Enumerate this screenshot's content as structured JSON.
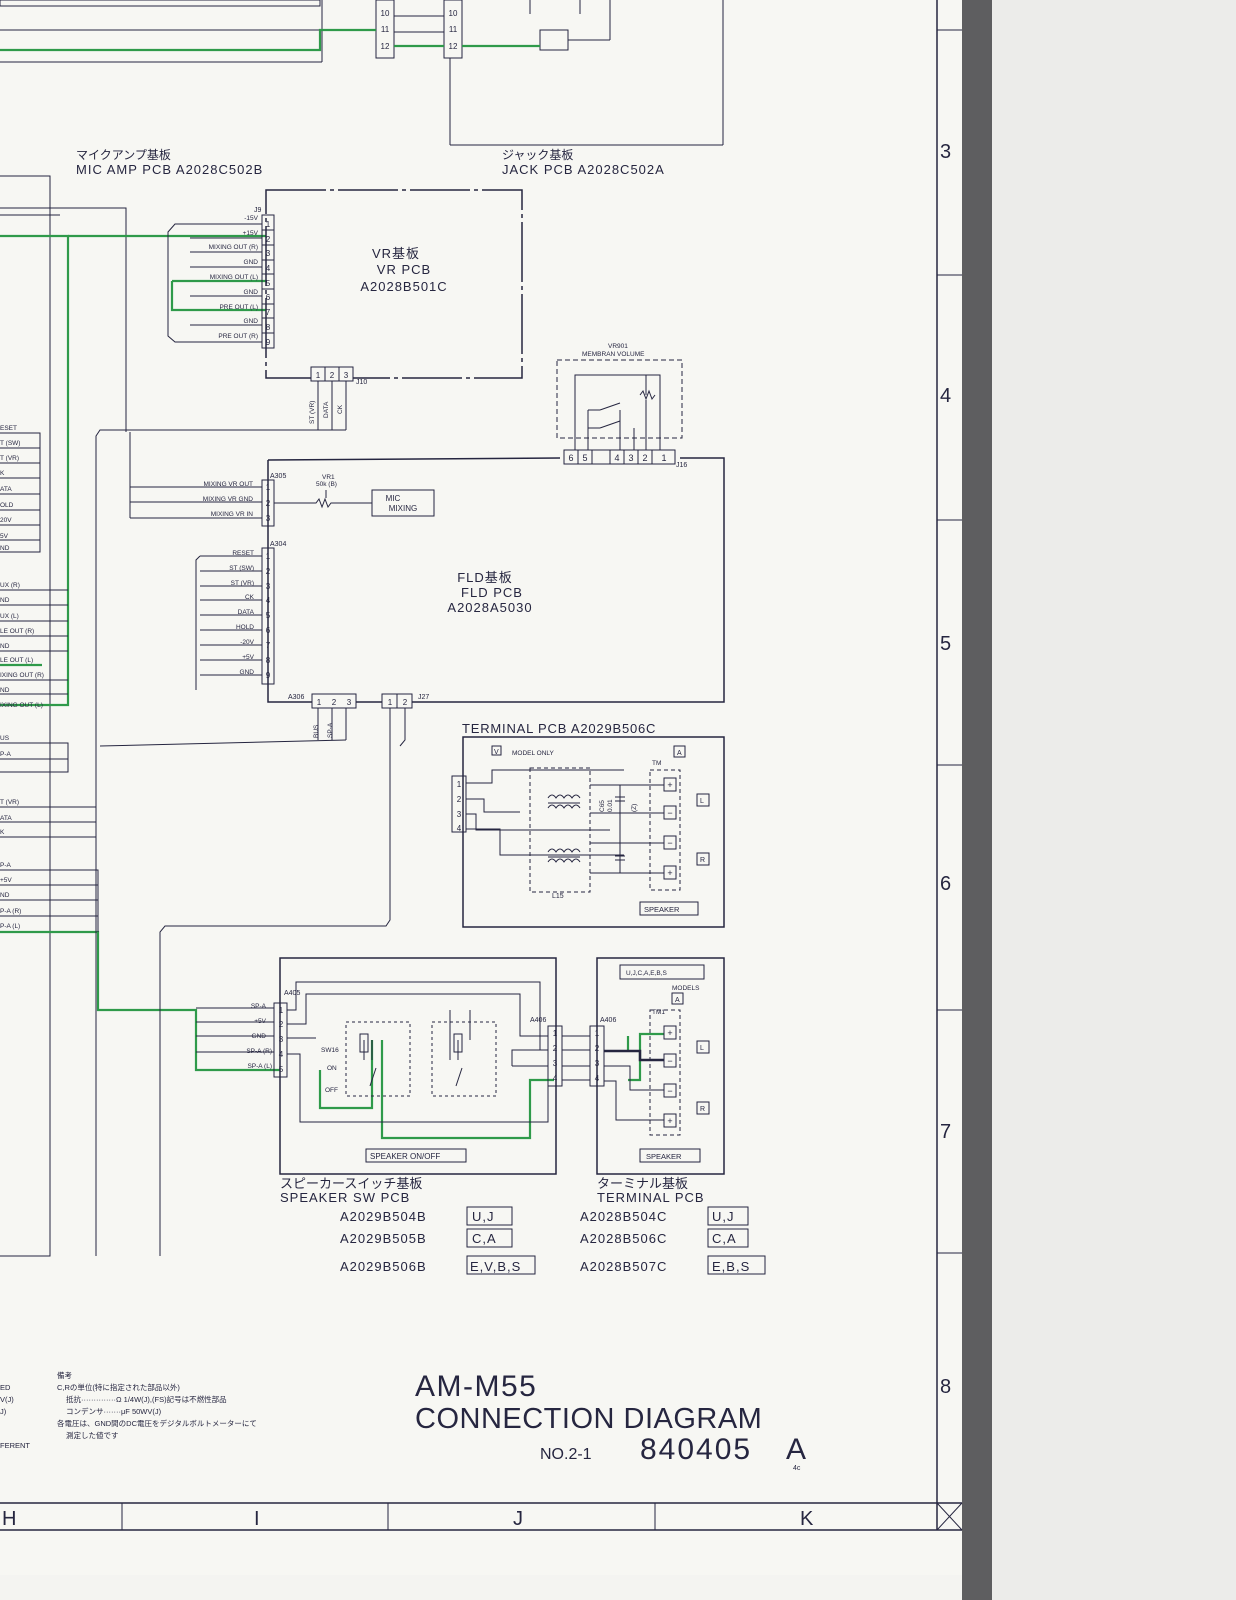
{
  "border": {
    "rows": [
      "3",
      "4",
      "5",
      "6",
      "7",
      "8"
    ],
    "cols": [
      "H",
      "I",
      "J",
      "K"
    ]
  },
  "title": {
    "model": "AM-M55",
    "name": "CONNECTION DIAGRAM",
    "no_label": "NO.2-1",
    "date": "840405",
    "rev": "A",
    "small": "4c"
  },
  "notes": {
    "heading": "備考",
    "line1": "C,Rの単位(特に指定された部品以外)",
    "line2": "抵抗··············Ω 1/4W(J),(FS)記号は不燃性部品",
    "line3": "コンデンサ·······μF 50WV(J)",
    "line4": "各電圧は、GND間のDC電圧をデジタルボルトメーターにて",
    "line5": "測定した値です",
    "left_fragments": [
      "ED",
      "V(J)",
      "J)",
      "FERENT"
    ]
  },
  "mic_amp": {
    "jp": "マイクアンプ基板",
    "en": "MIC AMP PCB A2028C502B"
  },
  "jack": {
    "jp": "ジャック基板",
    "en": "JACK PCB A2028C502A"
  },
  "top_pins": [
    "10",
    "11",
    "12"
  ],
  "vr_pcb": {
    "jp": "VR基板",
    "en": "VR PCB",
    "part": "A2028B501C",
    "connector": "J9",
    "signals": [
      "-15V",
      "+15V",
      "MIXING OUT (R)",
      "GND",
      "MIXING OUT (L)",
      "GND",
      "PRE OUT (L)",
      "GND",
      "PRE OUT (R)"
    ],
    "pins": [
      "1",
      "2",
      "3",
      "4",
      "5",
      "6",
      "7",
      "8",
      "9"
    ],
    "bottom_connector": "J10",
    "bottom_pins": [
      "1",
      "2",
      "3"
    ],
    "bottom_signals": [
      "ST (VR)",
      "DATA",
      "CK"
    ]
  },
  "vr901": {
    "ref": "VR901",
    "name": "MEMBRAN VOLUME",
    "connector": "J16",
    "pins": [
      "6",
      "5",
      "",
      "4",
      "3",
      "2",
      "1"
    ]
  },
  "fld": {
    "jp": "FLD基板",
    "en": "FLD PCB",
    "part": "A2028A5030",
    "a305": "A305",
    "a305_signals": [
      "MIXING VR OUT",
      "MIXING VR GND",
      "MIXING VR IN"
    ],
    "a305_pins": [
      "1",
      "2",
      "3"
    ],
    "vr1": "VR1",
    "vr1_value": "50k (B)",
    "mic_mixing": [
      "MIC",
      "MIXING"
    ],
    "a304": "A304",
    "a304_signals": [
      "RESET",
      "ST (SW)",
      "ST (VR)",
      "CK",
      "DATA",
      "HOLD",
      "-20V",
      "+5V",
      "GND"
    ],
    "a304_pins": [
      "1",
      "2",
      "3",
      "4",
      "5",
      "6",
      "7",
      "8",
      "9"
    ],
    "a306": "A306",
    "a306_pins": [
      "1",
      "2",
      "3"
    ],
    "a306_signals": [
      "BUS",
      "SP-A"
    ],
    "j27": "J27",
    "j27_pins": [
      "1",
      "2"
    ]
  },
  "left_cut_labels": {
    "group1": [
      "ESET",
      "T (SW)",
      "T (VR)",
      "K",
      "ATA",
      "OLD",
      "20V",
      "5V",
      "ND"
    ],
    "group2": [
      "UX (R)",
      "ND",
      "UX (L)",
      "LE OUT (R)",
      "ND",
      "LE OUT (L)",
      "IXING OUT (R)",
      "ND",
      "IXING OUT (L)"
    ],
    "group3": [
      "US",
      "P-A"
    ],
    "group4": [
      "T (VR)",
      "ATA",
      "K"
    ],
    "group5": [
      "P-A",
      "+5V",
      "ND",
      "P-A (R)",
      "P-A (L)"
    ]
  },
  "terminal_upper": {
    "title": "TERMINAL PCB A2029B506C",
    "model_box": "V",
    "model_text": "MODEL ONLY",
    "tm": "TM",
    "area_box": "A",
    "pins": [
      "1",
      "2",
      "3",
      "4"
    ],
    "cap": [
      "C65",
      "0.01",
      "(Z)"
    ],
    "coil": "L15",
    "ch_l": "L",
    "ch_r": "R",
    "plus": "+",
    "minus": "−",
    "speaker": "SPEAKER"
  },
  "speaker_sw": {
    "jp": "スピーカースイッチ基板",
    "en": "SPEAKER SW PCB",
    "a405": "A405",
    "signals": [
      "SP-A",
      "+5V",
      "GND",
      "SP-A (R)",
      "SP-A (L)"
    ],
    "pins": [
      "1",
      "2",
      "3",
      "4",
      "5"
    ],
    "sw": "SW16",
    "on": "ON",
    "off": "OFF",
    "a406": "A406",
    "a406_pins": [
      "1",
      "2",
      "3",
      "4"
    ],
    "button": "SPEAKER ON/OFF",
    "parts": [
      {
        "part": "A2029B504B",
        "models": "U,J"
      },
      {
        "part": "A2029B505B",
        "models": "C,A"
      },
      {
        "part": "A2029B506B",
        "models": "E,V,B,S"
      }
    ]
  },
  "terminal_lower": {
    "jp": "ターミナル基板",
    "en": "TERMINAL PCB",
    "models_box": "U,J,C,A,E,B,S",
    "models_label": "MODELS",
    "area_box": "A",
    "tm": "TM1",
    "a406": "A406",
    "pins": [
      "1",
      "2",
      "3",
      "4"
    ],
    "ch_l": "L",
    "ch_r": "R",
    "speaker": "SPEAKER",
    "parts": [
      {
        "part": "A2028B504C",
        "models": "U,J"
      },
      {
        "part": "A2028B506C",
        "models": "C,A"
      },
      {
        "part": "A2028B507C",
        "models": "E,B,S"
      }
    ]
  },
  "colors": {
    "ink": "#262640",
    "wire": "#2f9a4a",
    "paper": "#f7f7f3",
    "gutter": "#5e5e60"
  }
}
